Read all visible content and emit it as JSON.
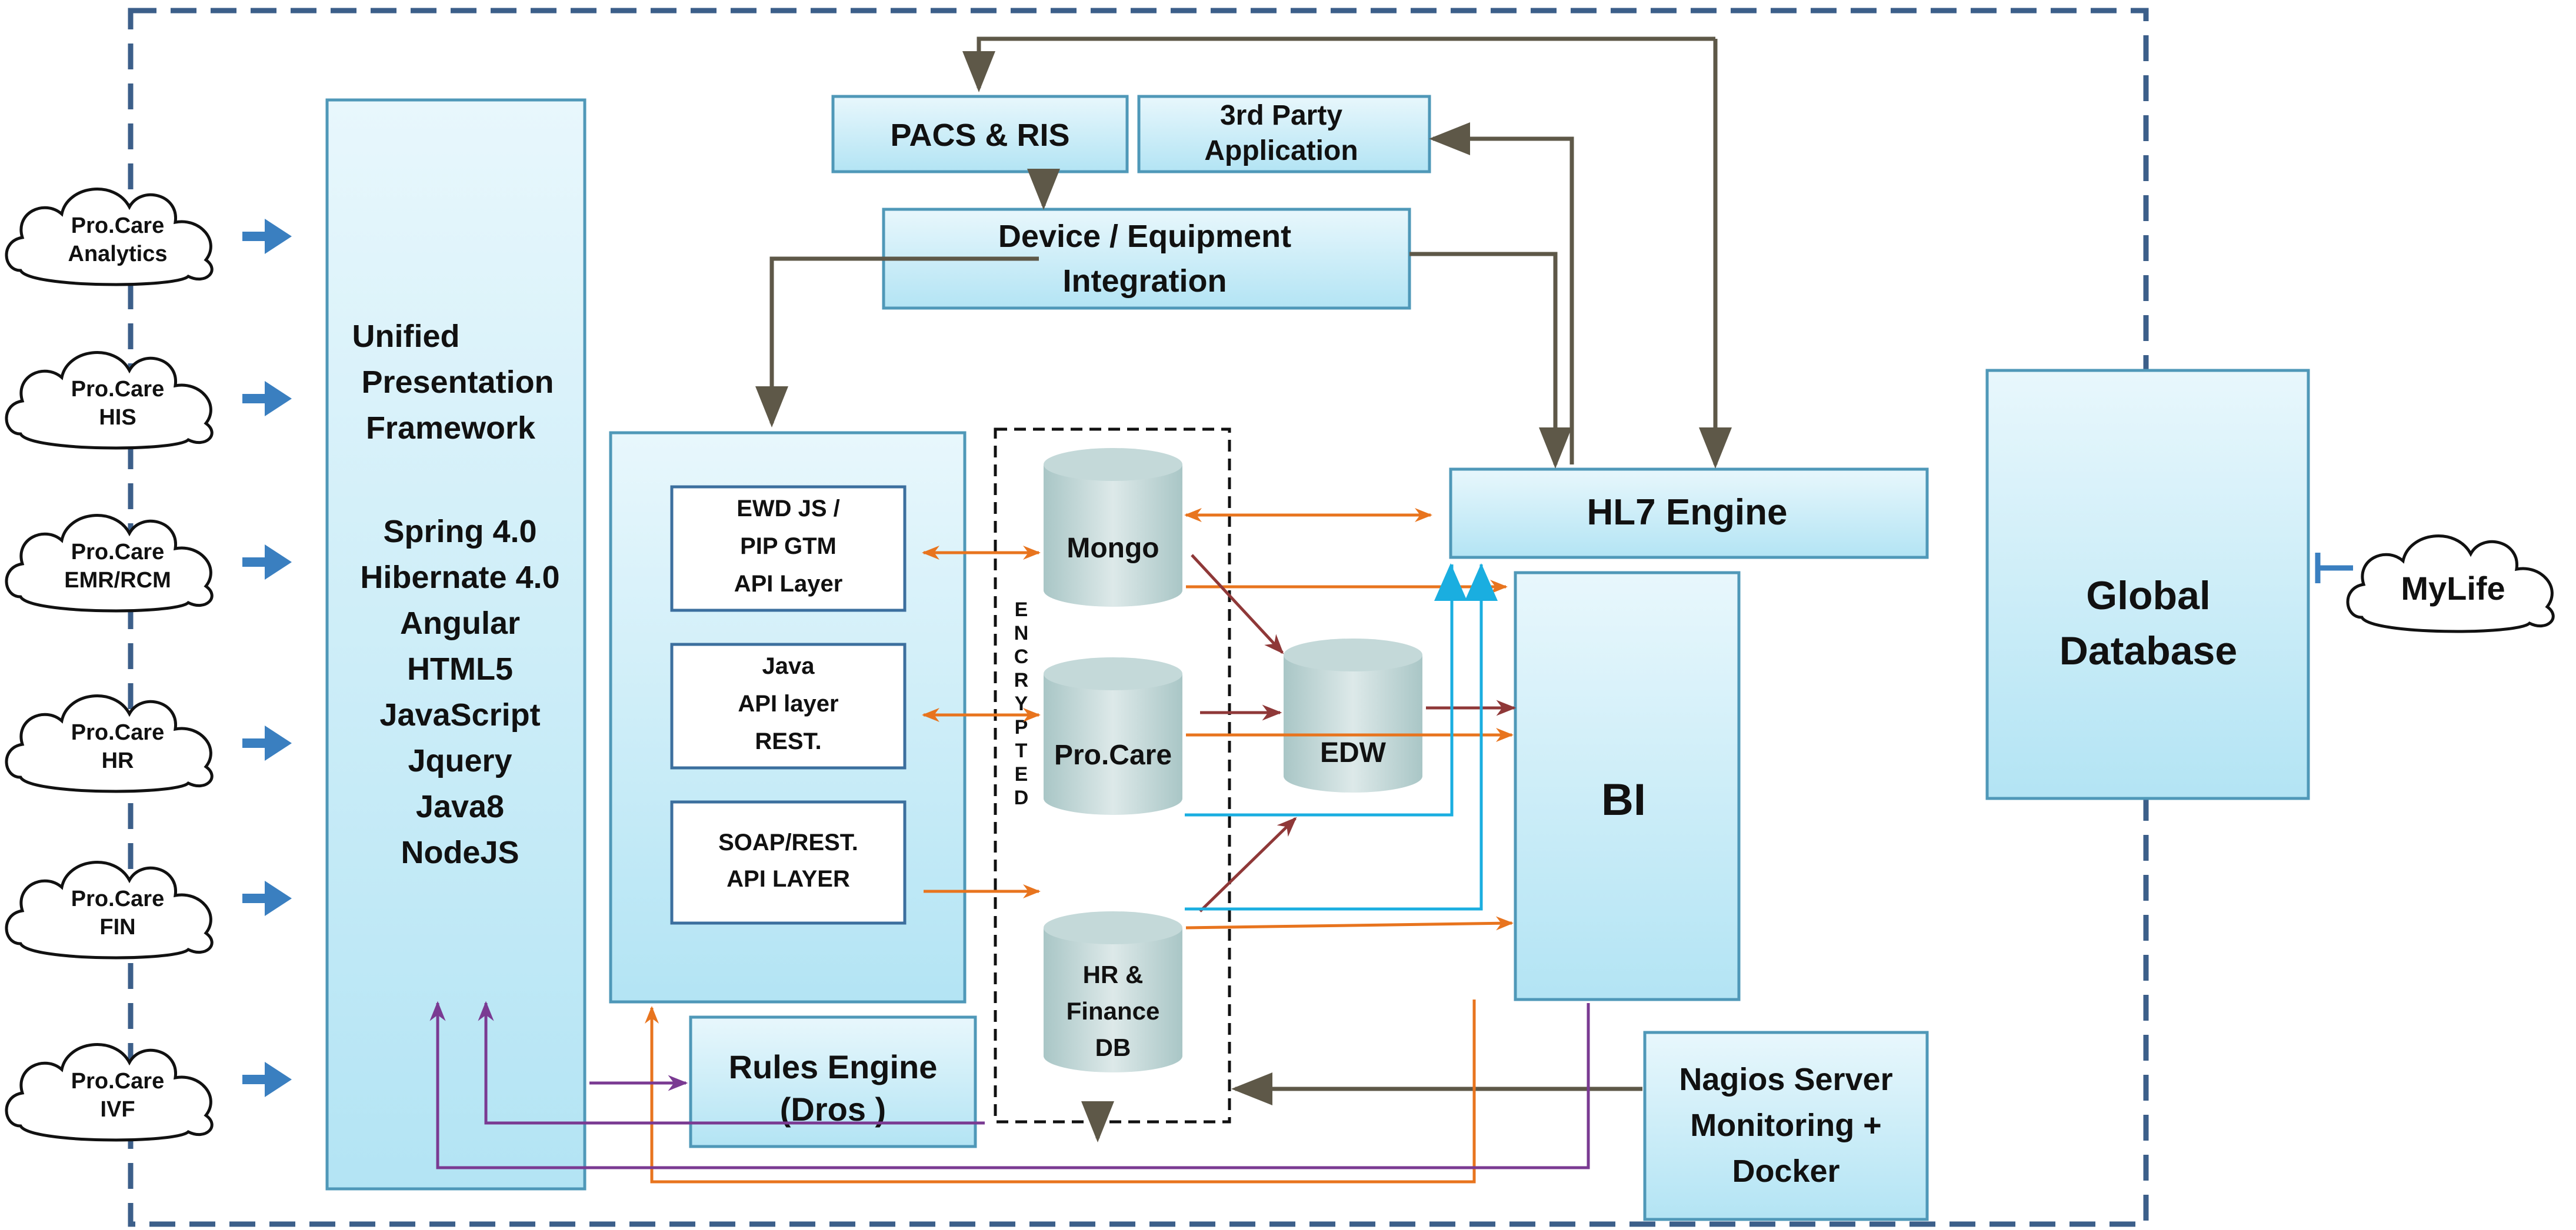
{
  "clouds": [
    {
      "id": "analytics",
      "line1": "Pro.Care",
      "line2": "Analytics"
    },
    {
      "id": "his",
      "line1": "Pro.Care",
      "line2": "HIS"
    },
    {
      "id": "emr",
      "line1": "Pro.Care",
      "line2": "EMR/RCM"
    },
    {
      "id": "hr",
      "line1": "Pro.Care",
      "line2": "HR"
    },
    {
      "id": "fin",
      "line1": "Pro.Care",
      "line2": "FIN"
    },
    {
      "id": "ivf",
      "line1": "Pro.Care",
      "line2": "IVF"
    }
  ],
  "mylife": "MyLife",
  "upf": {
    "lines": [
      "Unified",
      "Presentation",
      "Framework"
    ],
    "tech": [
      "Spring 4.0",
      "Hibernate 4.0",
      "Angular",
      "HTML5",
      "JavaScript",
      "Jquery",
      "Java8",
      "NodeJS"
    ]
  },
  "pacs": "PACS & RIS",
  "third_party": [
    "3rd Party",
    "Application"
  ],
  "device": [
    "Device / Equipment",
    "Integration"
  ],
  "api_layers": [
    [
      "EWD JS /",
      "PIP GTM",
      "API Layer"
    ],
    [
      "Java",
      "API layer",
      "REST."
    ],
    [
      "SOAP/REST.",
      "API LAYER"
    ]
  ],
  "encrypted": [
    "E",
    "N",
    "C",
    "R",
    "Y",
    "P",
    "T",
    "E",
    "D"
  ],
  "databases": {
    "mongo": [
      "Mongo"
    ],
    "procare": [
      "Pro.Care"
    ],
    "hrfin": [
      "HR &",
      "Finance",
      "DB"
    ],
    "edw": [
      "EDW"
    ]
  },
  "hl7": "HL7 Engine",
  "bi": "BI",
  "global_db": [
    "Global",
    "Database"
  ],
  "rules_engine": [
    "Rules Engine",
    "(Dros )"
  ],
  "nagios": [
    "Nagios Server",
    "Monitoring +",
    "Docker"
  ],
  "colors": {
    "box_fill_top": "#e8f7fc",
    "box_fill_bottom": "#b3e4f4",
    "box_stroke": "#4f98b8",
    "cloud_arrow": "#3a7fc0",
    "dashed_border": "#3c5f8a",
    "orange": "#e8741e",
    "cyan": "#1aaee0",
    "purple": "#7a3a92",
    "brown": "#5e5848",
    "maroon": "#8f3838"
  }
}
